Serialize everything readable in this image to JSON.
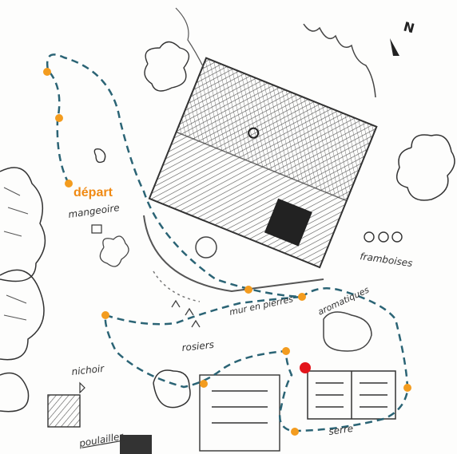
{
  "colors": {
    "path": "#2b6475",
    "stop": "#f39c1f",
    "current": "#e3141b",
    "ink": "#333333",
    "start_label": "#f08a14"
  },
  "compass": {
    "label": "N",
    "icon": "north-arrow-icon"
  },
  "labels": {
    "start": "départ",
    "feeder": "mangeoire",
    "stone_wall": "mur en pierres",
    "roses": "rosiers",
    "raspberries": "framboises",
    "herbs": "aromatiques",
    "nest_box": "nichoir",
    "chicken_coop": "poulailler",
    "greenhouse": "serre"
  },
  "route": {
    "stops_count": 10,
    "current_stop": "near greenhouse (red marker)"
  }
}
